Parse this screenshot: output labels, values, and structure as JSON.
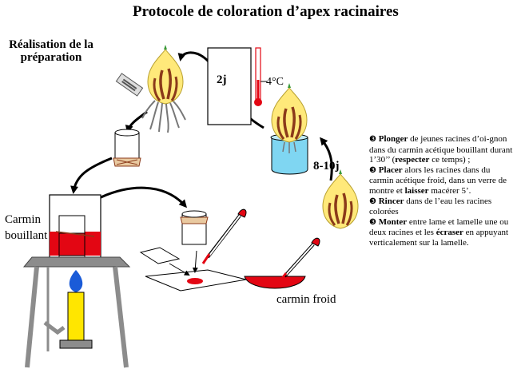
{
  "title": "Protocole de coloration d’apex racinaires",
  "section_title": "Réalisation de la préparation",
  "labels": {
    "carmin_bouillant_1": "Carmin",
    "carmin_bouillant_2": "bouillant",
    "carmin_froid": "carmin froid",
    "duration_2j": "2j",
    "duration_8_10j": "8-10j",
    "temperature": "4°C"
  },
  "bullet_symbol": "❸",
  "steps": [
    {
      "verb": "Plonger",
      "t1": " de jeunes racines d’oi-gnon dans du carmin acétique bouillant durant 1’30’’ (",
      "em": "respecter",
      "t2": " ce temps) ;"
    },
    {
      "verb": "Placer",
      "t1": " alors les racines dans du carmin acétique froid, dans un verre de montre et ",
      "em": "laisser",
      "t2": " macérer 5’."
    },
    {
      "verb": "Rincer",
      "t1": " dans de l’eau les racines colorées",
      "em": "",
      "t2": ""
    },
    {
      "verb": "Monter",
      "t1": " entre lame et lamelle une ou deux racines et les ",
      "em": "écraser",
      "t2": " en appuyant verticalement sur la lamelle."
    }
  ],
  "colors": {
    "carmine_red": "#e30613",
    "bulb_yellow": "#ffe97a",
    "water_blue": "#7fd6f2",
    "bulb_brown": "#8b3a1a",
    "flame_blue": "#1a5bd8",
    "burner_yellow": "#ffe600",
    "gray": "#8c8c8c"
  }
}
